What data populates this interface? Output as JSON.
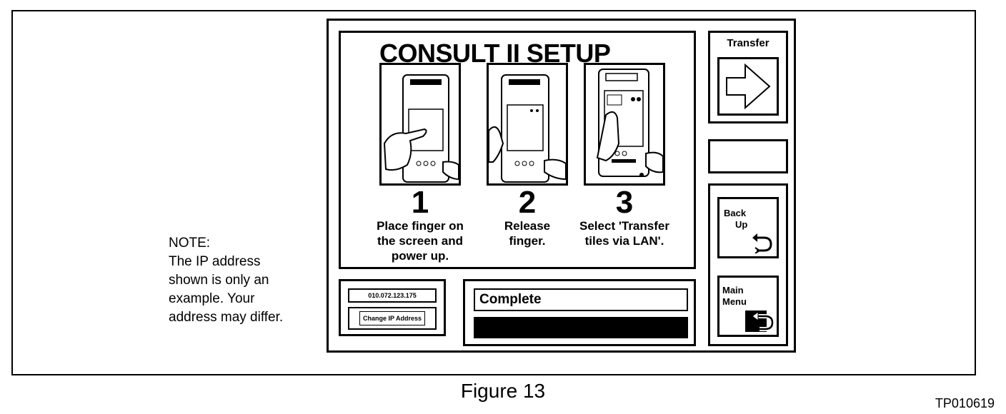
{
  "setup": {
    "title": "CONSULT II SETUP",
    "steps": [
      {
        "number": "1",
        "text_lines": [
          "Place finger on",
          "the screen and",
          "power up."
        ]
      },
      {
        "number": "2",
        "text_lines": [
          "Release",
          "finger."
        ]
      },
      {
        "number": "3",
        "text_lines": [
          "Select 'Transfer",
          "tiles via LAN'."
        ]
      }
    ]
  },
  "ip": {
    "address": "010.072.123.175",
    "change_label": "Change IP Address"
  },
  "status": {
    "text": "Complete",
    "progress": 1.0
  },
  "buttons": {
    "transfer_label": "Transfer",
    "transfer_icon": "right-arrow-icon",
    "back_up_lines": [
      "Back",
      "Up"
    ],
    "back_up_icon": "return-arrow-icon",
    "main_menu_lines": [
      "Main",
      "Menu"
    ],
    "main_menu_icon": "return-arrow-icon"
  },
  "note": {
    "lines": [
      "NOTE:",
      "The IP address",
      "shown is only an",
      "example.  Your",
      "address may differ."
    ]
  },
  "figure_id": "TP010619",
  "caption": "Figure 13"
}
